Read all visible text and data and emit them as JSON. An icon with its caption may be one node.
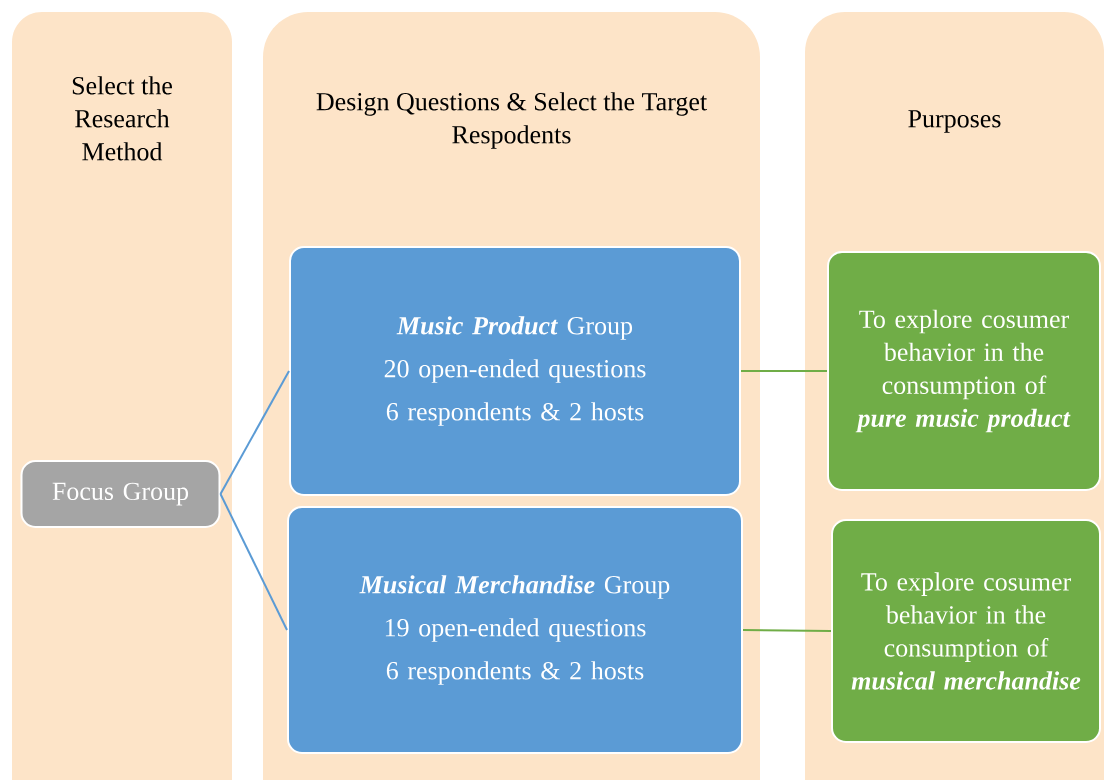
{
  "diagram": {
    "nodes": [
      {
        "text": [
          "Select the Research Method"
        ]
      },
      {
        "text": [
          "Design Questions & Select the Target Respodents"
        ]
      },
      {
        "text": [
          "Purposes"
        ]
      },
      {
        "text": [
          "Focus Group"
        ],
        "in": 0
      },
      {
        "text": [
          "**Music Product** Group",
          "20 open-ended questions",
          "6 respondents & 2 hosts"
        ],
        "in": 1
      },
      {
        "text": [
          "**Musical Merchandise** Group",
          "19 open-ended questions",
          "6 respondents & 2 hosts"
        ],
        "in": 1
      },
      {
        "text": [
          "To explore cosumer behavior in the consumption of **pure music product**"
        ],
        "in": 2
      },
      {
        "text": [
          "To explore cosumer behavior in the consumption of **musical merchandise**"
        ],
        "in": 2
      }
    ],
    "edges": [
      {
        "from": 3,
        "to": 4,
        "arrow": "none",
        "color": "#5b9bd5"
      },
      {
        "from": 3,
        "to": 5,
        "arrow": "none",
        "color": "#5b9bd5"
      },
      {
        "from": 4,
        "to": 6,
        "arrow": "none",
        "color": "#70ad47"
      },
      {
        "from": 5,
        "to": 7,
        "arrow": "none",
        "color": "#70ad47"
      }
    ]
  }
}
